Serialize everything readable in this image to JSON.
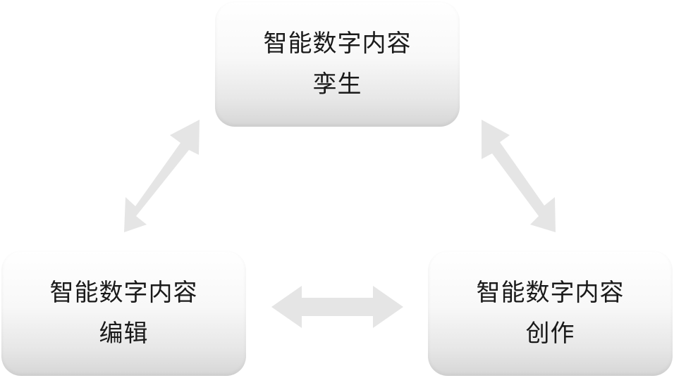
{
  "nodes": {
    "top": {
      "line1": "智能数字内容",
      "line2": "孪生"
    },
    "left": {
      "line1": "智能数字内容",
      "line2": "编辑"
    },
    "right": {
      "line1": "智能数字内容",
      "line2": "创作"
    }
  },
  "colors": {
    "arrow": "#e5e5e5",
    "box_top": "#ffffff",
    "box_bottom": "#d6d6d6",
    "text": "#1a1a1a"
  }
}
